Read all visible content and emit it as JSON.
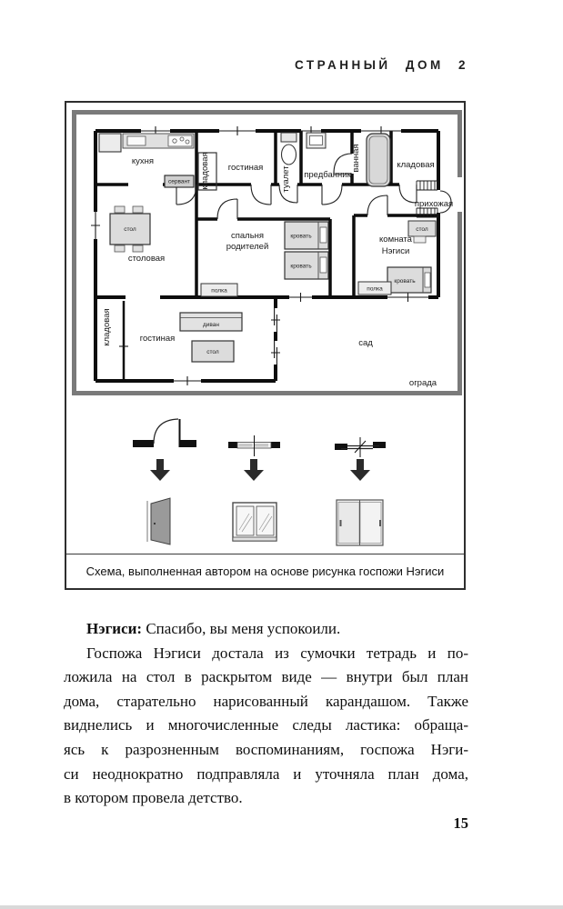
{
  "page": {
    "header": "СТРАННЫЙ ДОМ 2",
    "page_number": "15"
  },
  "figure": {
    "caption": "Схема, выполненная автором на основе рисунка госпожи Нэгиси",
    "plan": {
      "rooms": {
        "kitchen": "кухня",
        "closet_small": "кладовая",
        "living_top": "гостиная",
        "toilet": "туалет",
        "antechamber": "предбанник",
        "bathroom": "ванная",
        "pantry": "кладовая",
        "hallway": "прихожая",
        "dining": "столовая",
        "parents_bedroom_l1": "спальня",
        "parents_bedroom_l2": "родителей",
        "negishi_l1": "комната",
        "negishi_l2": "Нэгиси",
        "closet_bottom": "кладовая",
        "living_bottom": "гостиная",
        "garden": "сад",
        "fence": "ограда"
      },
      "furniture": {
        "table": "стол",
        "sideboard": "сервант",
        "bed": "кровать",
        "shelf": "полка",
        "sofa": "диван"
      }
    }
  },
  "body": {
    "dialogue_speaker": "Нэгиси:",
    "dialogue_text": "Спасибо, вы меня успокоили.",
    "paragraph_lines": [
      "Госпожа Нэгиси достала из сумочки тетрадь и по-",
      "ложила на стол в раскрытом виде — внутри был план",
      "дома, старательно нарисованный карандашом. Также",
      "виднелись и многочисленные следы ластика: обраща-",
      "ясь к разрозненным воспоминаниям, госпожа Нэги-",
      "си неоднократно подправляла и уточняла план дома,",
      "в котором провела детство."
    ]
  }
}
